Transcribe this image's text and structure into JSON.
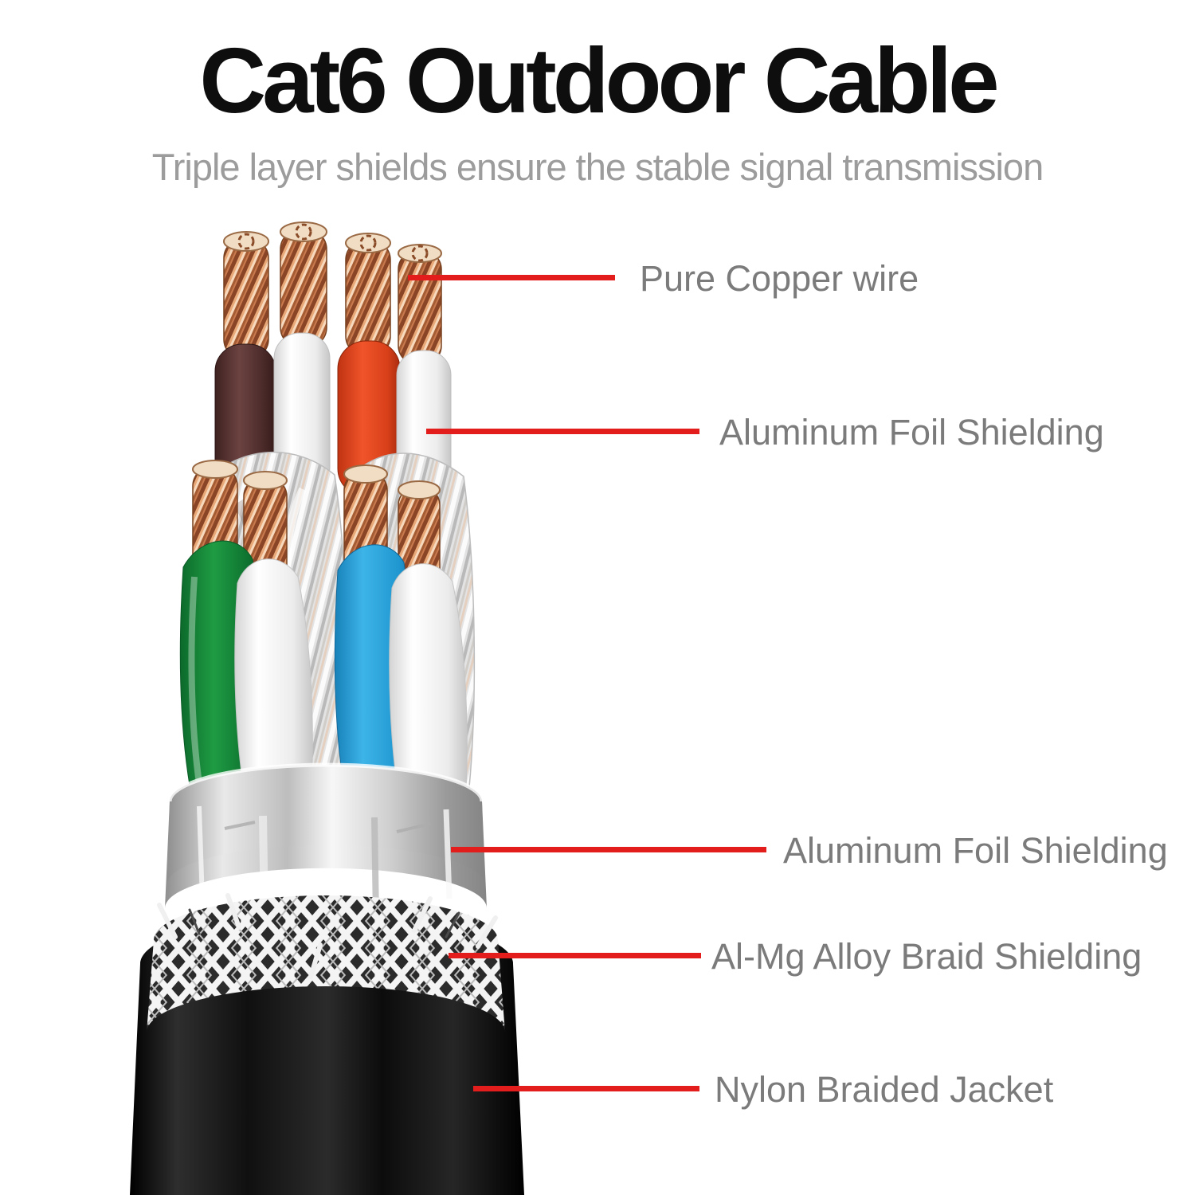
{
  "header": {
    "title": "Cat6 Outdoor Cable",
    "subtitle": "Triple layer shields ensure the stable signal transmission"
  },
  "callouts": [
    {
      "label": "Pure Copper wire"
    },
    {
      "label": "Aluminum Foil Shielding"
    },
    {
      "label": "Aluminum Foil Shielding"
    },
    {
      "label": "Al-Mg Alloy Braid Shielding"
    },
    {
      "label": "Nylon Braided Jacket"
    }
  ],
  "colors": {
    "accent_red": "#e31c1c",
    "title_black": "#0e0e0e",
    "subtitle_gray": "#9c9c9c",
    "label_gray": "#7b7b7b",
    "copper": "#c97a4e",
    "wire_green": "#15803a",
    "wire_blue": "#2aa4dc",
    "wire_orange_red": "#e8431d",
    "wire_brown": "#58302f",
    "wire_white": "#f5f5f5",
    "foil_silver": "#d9d9d9",
    "braid_white": "#f2f2f2",
    "jacket_black": "#161616"
  }
}
